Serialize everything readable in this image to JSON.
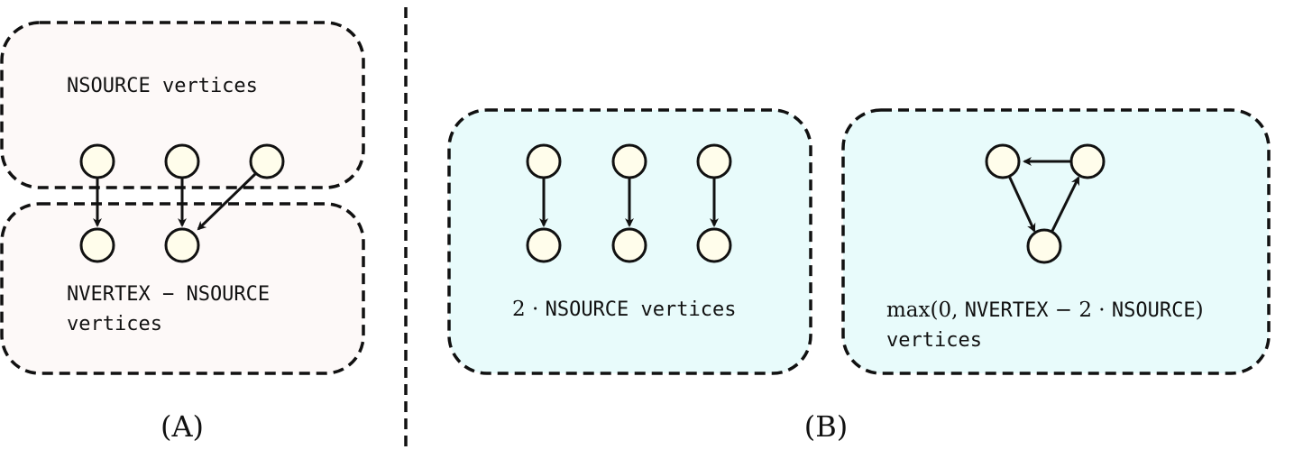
{
  "panel_a": {
    "caption": "(A)",
    "source_box_label": "NSOURCE vertices",
    "target_box_label_line1": "NVERTEX − NSOURCE",
    "target_box_label_line2": "vertices"
  },
  "panel_b": {
    "caption": "(B)",
    "pairs_box_label_prefix": "2 · ",
    "pairs_box_label_mono": "NSOURCE vertices",
    "cycle_box_label_prefix": "max(0, ",
    "cycle_box_label_mono1": "NVERTEX",
    "cycle_box_label_mid": " − 2 · ",
    "cycle_box_label_mono2": "NSOURCE",
    "cycle_box_label_suffix": ")",
    "cycle_box_label_line2": "vertices"
  },
  "colors": {
    "panel_a_fill": "#fdf9f8",
    "panel_b_fill": "#e8fbfb",
    "node_fill": "#fffdeb",
    "stroke": "#111111"
  }
}
